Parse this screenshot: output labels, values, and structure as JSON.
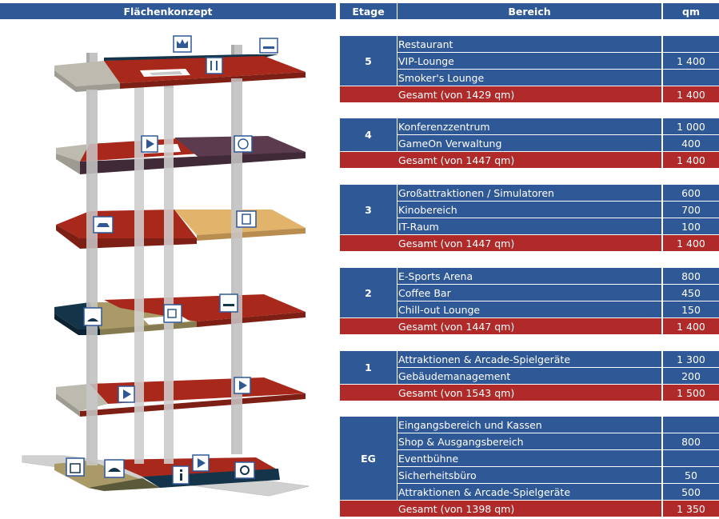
{
  "header": {
    "concept": "Flächenkonzept",
    "etage": "Etage",
    "bereich": "Bereich",
    "qm": "qm"
  },
  "floors": [
    {
      "etage": "5",
      "rows": [
        {
          "area": "Restaurant",
          "qm": ""
        },
        {
          "area": "VIP-Lounge",
          "qm": "1 400"
        },
        {
          "area": "Smoker's Lounge",
          "qm": ""
        }
      ],
      "total": {
        "label": "Gesamt (von 1429 qm)",
        "qm": "1 400"
      }
    },
    {
      "etage": "4",
      "rows": [
        {
          "area": "Konferenzzentrum",
          "qm": "1 000"
        },
        {
          "area": "GameOn Verwaltung",
          "qm": "400"
        }
      ],
      "total": {
        "label": "Gesamt (von 1447 qm)",
        "qm": "1 400"
      }
    },
    {
      "etage": "3",
      "rows": [
        {
          "area": "Großattraktionen / Simulatoren",
          "qm": "600"
        },
        {
          "area": "Kinobereich",
          "qm": "700"
        },
        {
          "area": "IT-Raum",
          "qm": "100"
        }
      ],
      "total": {
        "label": "Gesamt (von 1447 qm)",
        "qm": "1 400"
      }
    },
    {
      "etage": "2",
      "rows": [
        {
          "area": "E-Sports Arena",
          "qm": "800"
        },
        {
          "area": "Coffee Bar",
          "qm": "450"
        },
        {
          "area": "Chill-out Lounge",
          "qm": "150"
        }
      ],
      "total": {
        "label": "Gesamt (von 1447 qm)",
        "qm": "1 400"
      }
    },
    {
      "etage": "1",
      "rows": [
        {
          "area": "Attraktionen & Arcade-Spielgeräte",
          "qm": "1 300"
        },
        {
          "area": "Gebäudemanagement",
          "qm": "200"
        }
      ],
      "total": {
        "label": "Gesamt (von 1543 qm)",
        "qm": "1 500"
      }
    },
    {
      "etage": "EG",
      "rows": [
        {
          "area": "Eingangsbereich und Kassen",
          "qm": ""
        },
        {
          "area": "Shop & Ausgangsbereich",
          "qm": "800"
        },
        {
          "area": "Eventbühne",
          "qm": ""
        },
        {
          "area": "Sicherheitsbüro",
          "qm": "50"
        },
        {
          "area": "Attraktionen & Arcade-Spielgeräte",
          "qm": "500"
        }
      ],
      "total": {
        "label": "Gesamt (von 1398 qm)",
        "qm": "1 350"
      }
    }
  ],
  "icons": {
    "floor5": [
      "crown-icon",
      "cutlery-icon",
      "smoking-icon"
    ],
    "floor4": [
      "play-icon",
      "network-icon"
    ],
    "floor3": [
      "car-icon",
      "film-icon"
    ],
    "floor2": [
      "island-icon",
      "coffee-icon",
      "desk-icon"
    ],
    "floor1": [
      "play-icon",
      "play-icon"
    ],
    "floorEG": [
      "shopping-bag-icon",
      "stage-icon",
      "info-icon",
      "play-icon",
      "camera-icon"
    ]
  },
  "colors": {
    "header": "#2f5897",
    "total": "#b02a2a",
    "red": "#a8291c",
    "plum": "#5c3b4e",
    "sand": "#e1b36b",
    "navy": "#14344a",
    "khaki": "#a99a68",
    "grey": "#bdbbb0",
    "column": "#c8c8c8"
  }
}
